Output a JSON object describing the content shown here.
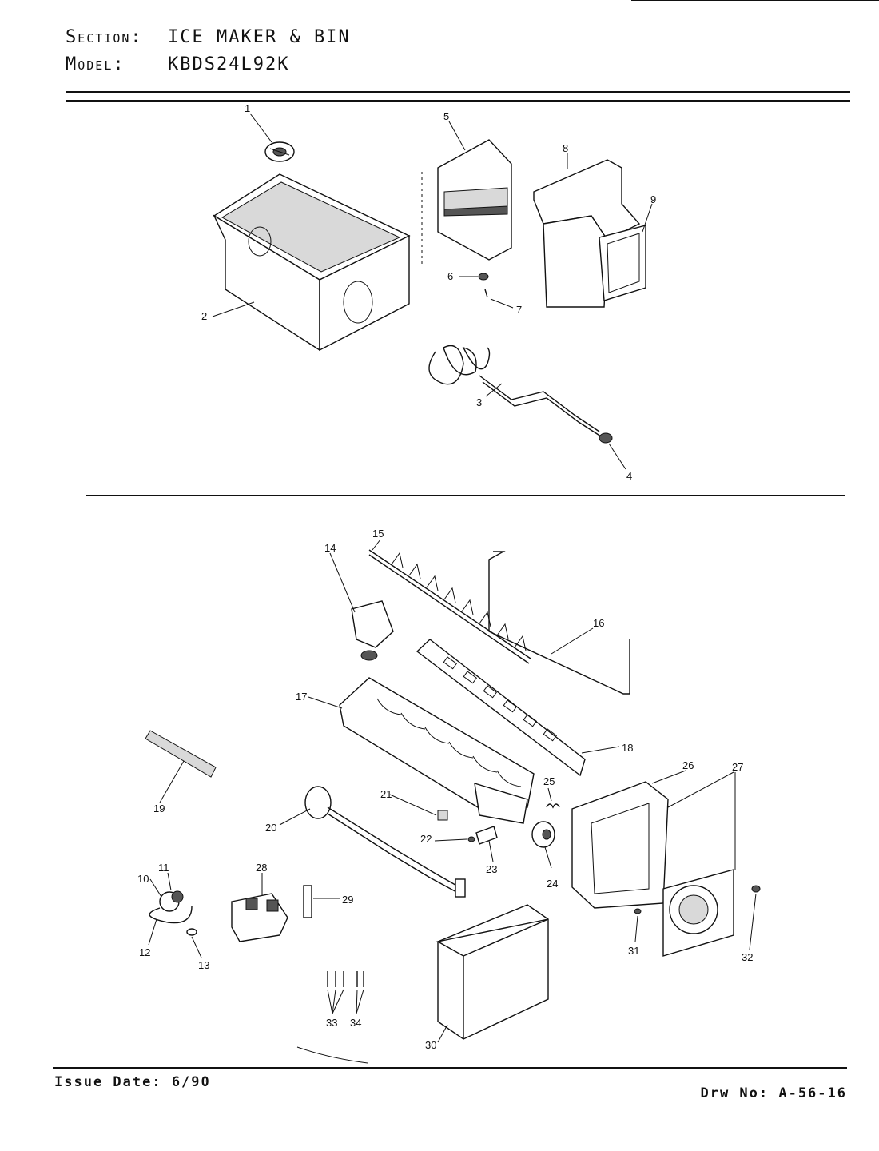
{
  "header": {
    "section_key": "Section:",
    "section_value": "ICE MAKER & BIN",
    "model_key": "Model:",
    "model_value": "KBDS24L92K"
  },
  "footer": {
    "issue_date": "Issue Date: 6/90",
    "drawing_no": "Drw No: A-56-16"
  },
  "callouts": [
    "1",
    "2",
    "3",
    "4",
    "5",
    "6",
    "7",
    "8",
    "9",
    "10",
    "11",
    "12",
    "13",
    "14",
    "15",
    "16",
    "17",
    "18",
    "19",
    "20",
    "21",
    "22",
    "23",
    "24",
    "25",
    "26",
    "27",
    "28",
    "29",
    "30",
    "31",
    "32",
    "33",
    "34"
  ]
}
